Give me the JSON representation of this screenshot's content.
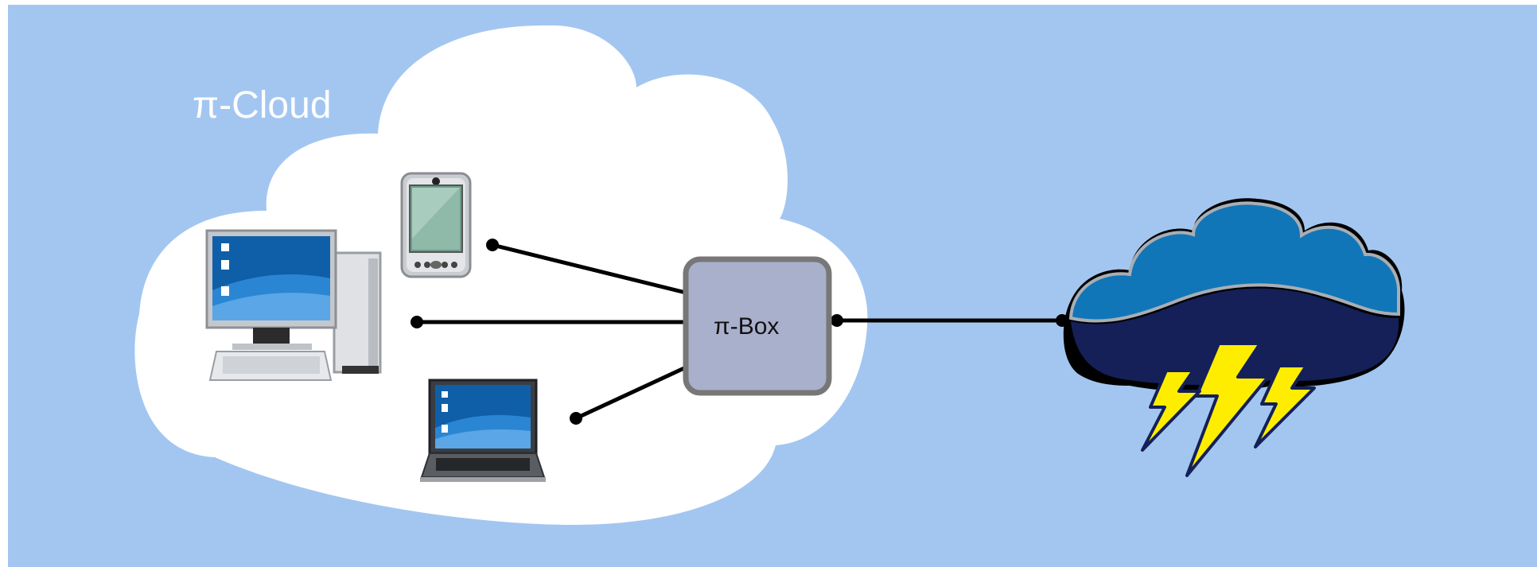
{
  "diagram": {
    "cloud_label": "π-Cloud",
    "box_label": "π-Box"
  },
  "nodes": [
    {
      "id": "pda-device",
      "icon": "pda-icon"
    },
    {
      "id": "desktop-computer",
      "icon": "desktop-computer-icon"
    },
    {
      "id": "laptop",
      "icon": "laptop-icon"
    },
    {
      "id": "pi-box",
      "icon": "box"
    },
    {
      "id": "storm-cloud",
      "icon": "storm-cloud-icon"
    }
  ],
  "edges": [
    {
      "from": "pda-device",
      "to": "pi-box"
    },
    {
      "from": "desktop-computer",
      "to": "pi-box"
    },
    {
      "from": "laptop",
      "to": "pi-box"
    },
    {
      "from": "pi-box",
      "to": "storm-cloud"
    }
  ],
  "colors": {
    "background": "#a3c6f1",
    "cloud_fill": "#ffffff",
    "box_fill": "#a9b0cc",
    "box_stroke": "#777777",
    "connector": "#000000",
    "storm_top": "#1176b8",
    "storm_bottom": "#142057",
    "lightning": "#ffed00"
  }
}
